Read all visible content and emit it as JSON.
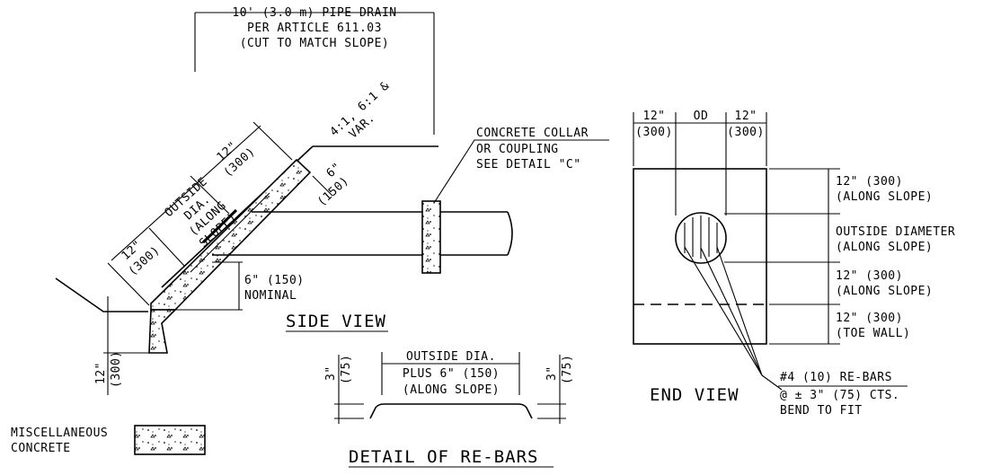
{
  "side_view": {
    "title": "SIDE VIEW",
    "pipe_drain": [
      "10' (3.0 m) PIPE DRAIN",
      "PER ARTICLE 611.03",
      "(CUT TO MATCH SLOPE)"
    ],
    "slope_ratio": [
      "4:1, 6:1 &",
      "VAR."
    ],
    "collar": [
      "CONCRETE COLLAR",
      "OR COUPLING",
      "SEE DETAIL \"C\""
    ],
    "dim_12_top": [
      "12\"",
      "(300)"
    ],
    "outside_dia": [
      "OUTSIDE",
      "DIA.",
      "(ALONG",
      "SLOPE)"
    ],
    "dim_12_left": [
      "12\"",
      "(300)"
    ],
    "dim_6": [
      "6\"",
      "(150)"
    ],
    "nominal": [
      "6\" (150)",
      "NOMINAL"
    ],
    "toe": [
      "12\"",
      "(300)"
    ]
  },
  "end_view": {
    "title": "END VIEW",
    "top_dims": [
      {
        "label": "12\"",
        "sub": "(300)"
      },
      {
        "label": "OD",
        "sub": ""
      },
      {
        "label": "12\"",
        "sub": "(300)"
      }
    ],
    "right_dims": [
      [
        "12\" (300)",
        "(ALONG SLOPE)"
      ],
      [
        "OUTSIDE DIAMETER",
        "(ALONG SLOPE)"
      ],
      [
        "12\" (300)",
        "(ALONG SLOPE)"
      ],
      [
        "12\" (300)",
        "(TOE WALL)"
      ]
    ],
    "rebar_note": [
      "#4 (10) RE-BARS",
      "@ ± 3\" (75) CTS.",
      "BEND TO FIT"
    ]
  },
  "rebar_detail": {
    "title": "DETAIL OF RE-BARS",
    "label": [
      "OUTSIDE DIA.",
      "PLUS 6\" (150)",
      "(ALONG SLOPE)"
    ],
    "end_dim": [
      "3\"",
      "(75)"
    ]
  },
  "legend": {
    "label": [
      "MISCELLANEOUS",
      "CONCRETE"
    ]
  }
}
